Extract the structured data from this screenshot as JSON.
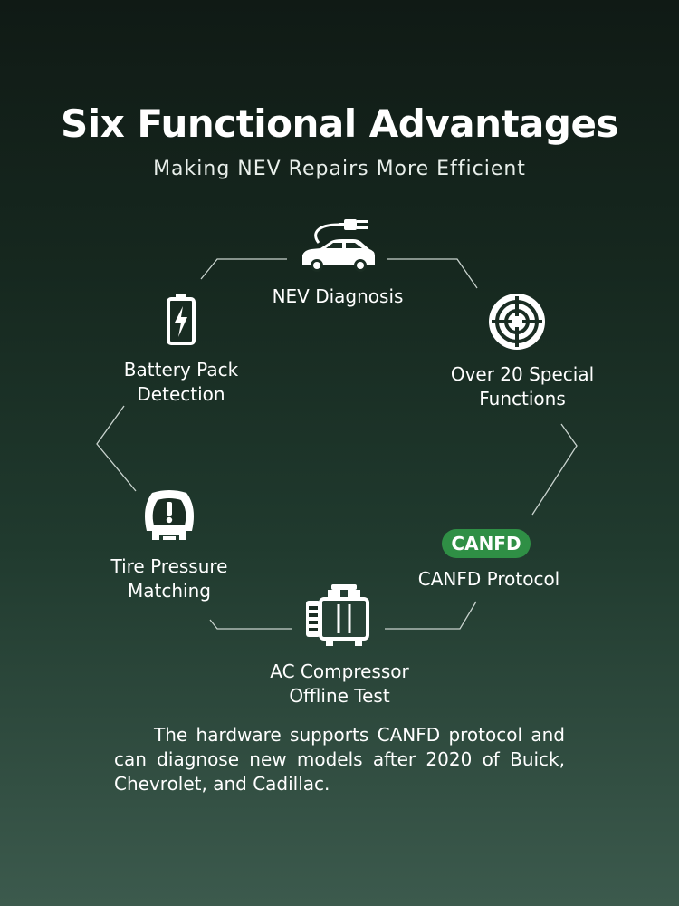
{
  "header": {
    "title": "Six Functional Advantages",
    "subtitle": "Making NEV Repairs More Efficient"
  },
  "features": {
    "nev_diagnosis": {
      "label": "NEV Diagnosis",
      "icon": "ev-car-plug-icon"
    },
    "special_functions": {
      "line1": "Over 20 Special",
      "line2": "Functions",
      "icon": "crosshair-target-icon"
    },
    "canfd": {
      "badge": "CANFD",
      "label": "CANFD Protocol",
      "icon": "canfd-badge"
    },
    "ac_compressor": {
      "line1": "AC Compressor",
      "line2": "Offline Test",
      "icon": "ac-compressor-icon"
    },
    "tire_pressure": {
      "line1": "Tire Pressure",
      "line2": "Matching",
      "icon": "tpms-warning-icon"
    },
    "battery_pack": {
      "line1": "Battery Pack",
      "line2": "Detection",
      "icon": "battery-charge-icon"
    }
  },
  "description": "The hardware supports CANFD protocol and can diagnose new models after 2020 of Buick, Chevrolet, and Cadillac.",
  "colors": {
    "background_top": "#101a15",
    "background_bottom": "#3c5a4d",
    "badge_green": "#2f8f45",
    "text": "#ffffff"
  }
}
